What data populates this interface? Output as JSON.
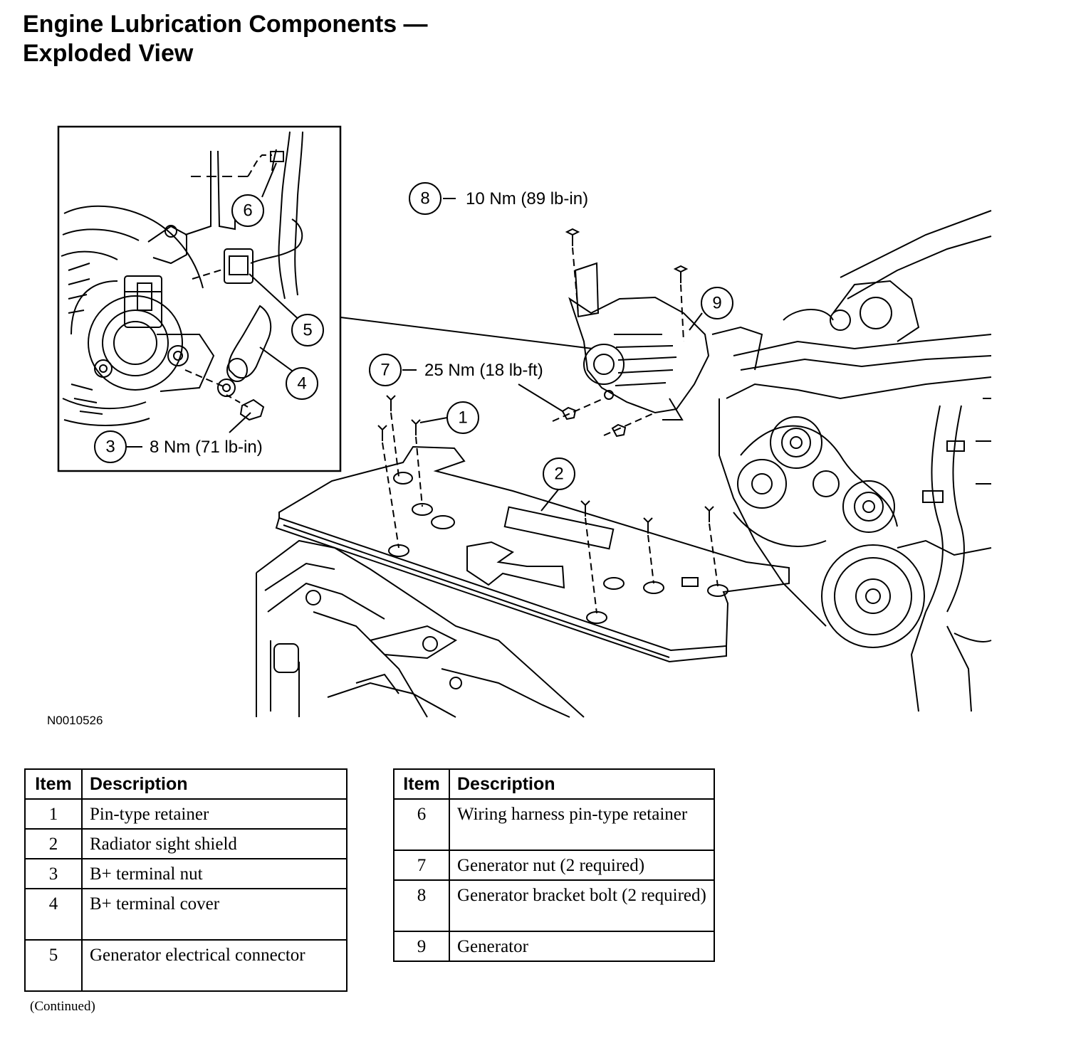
{
  "title": {
    "line1": "Engine Lubrication Components —",
    "line2": "Exploded View"
  },
  "figure_id": "N0010526",
  "callouts": {
    "c1": "1",
    "c2": "2",
    "c3": {
      "num": "3",
      "torque": "8 Nm (71 lb-in)"
    },
    "c4": "4",
    "c5": "5",
    "c6": "6",
    "c7": {
      "num": "7",
      "torque": "25 Nm (18 lb-ft)"
    },
    "c8": {
      "num": "8",
      "torque": "10 Nm (89 lb-in)"
    },
    "c9": "9"
  },
  "table_headers": {
    "item": "Item",
    "description": "Description"
  },
  "table_left": [
    {
      "item": "1",
      "description": "Pin-type retainer"
    },
    {
      "item": "2",
      "description": "Radiator sight shield"
    },
    {
      "item": "3",
      "description": "B+ terminal nut"
    },
    {
      "item": "4",
      "description": "B+ terminal cover"
    },
    {
      "item": "5",
      "description": "Generator electrical connector"
    }
  ],
  "table_right": [
    {
      "item": "6",
      "description": "Wiring harness pin-type retainer"
    },
    {
      "item": "7",
      "description": "Generator nut (2 required)"
    },
    {
      "item": "8",
      "description": "Generator bracket bolt (2 required)"
    },
    {
      "item": "9",
      "description": "Generator"
    }
  ],
  "continued": "(Continued)"
}
